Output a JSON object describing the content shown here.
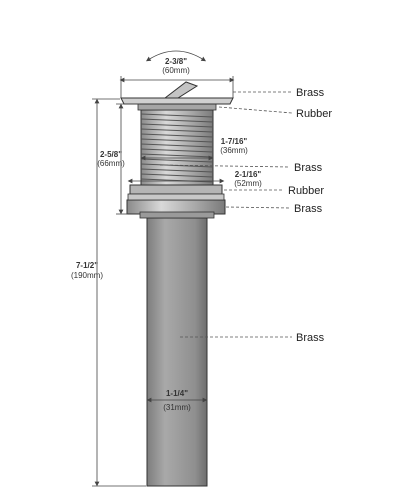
{
  "dimensions": {
    "cap_width": {
      "imperial": "2-3/8\"",
      "metric": "(60mm)"
    },
    "thread_height": {
      "imperial": "2-5/8\"",
      "metric": "(66mm)"
    },
    "thread_diameter": {
      "imperial": "1-7/16\"",
      "metric": "(36mm)"
    },
    "washer_width": {
      "imperial": "2-1/16\"",
      "metric": "(52mm)"
    },
    "total_height": {
      "imperial": "7-1/2\"",
      "metric": "(190mm)"
    },
    "tail_width": {
      "imperial": "1-1/4\"",
      "metric": "(31mm)"
    }
  },
  "materials": {
    "cap": "Brass",
    "top_gasket": "Rubber",
    "body": "Brass",
    "bottom_gasket": "Rubber",
    "nut": "Brass",
    "tailpiece": "Brass"
  },
  "colors": {
    "metal_light": "#cfcfcf",
    "metal_mid": "#9a9a9a",
    "metal_dark": "#6b6b6b",
    "outline": "#333333"
  }
}
